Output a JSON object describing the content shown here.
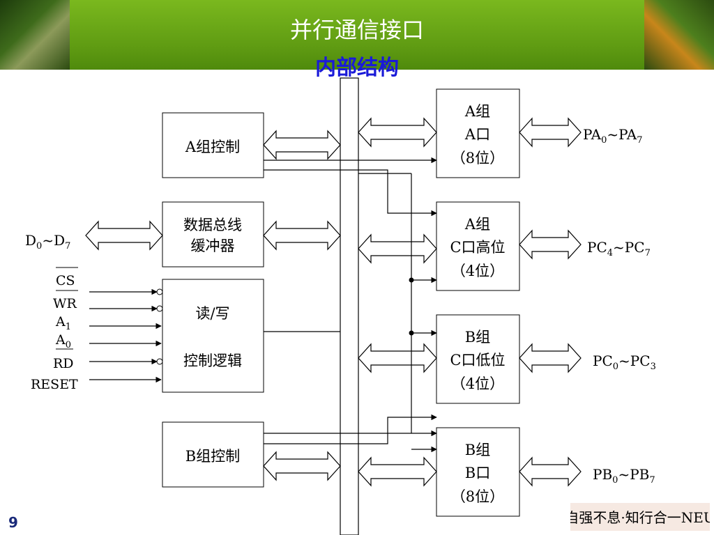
{
  "header": {
    "title": "并行通信接口",
    "subtitle": "内部结构"
  },
  "blocks": {
    "group_a_control": "A组控制",
    "bus_buffer": [
      "数据总线",
      "缓冲器"
    ],
    "rw_control": [
      "读/写",
      "控制逻辑"
    ],
    "group_b_control": "B组控制",
    "port_a": [
      "A组",
      "A口",
      "（8位）"
    ],
    "port_c_high": [
      "A组",
      "C口高位",
      "（4位）"
    ],
    "port_c_low": [
      "B组",
      "C口低位",
      "（4位）"
    ],
    "port_b": [
      "B组",
      "B口",
      "（8位）"
    ]
  },
  "pins": {
    "data_bus": {
      "main": "D",
      "sub1": "0",
      "mid": "~D",
      "sub2": "7"
    },
    "cs": "CS",
    "wr": "WR",
    "a1": {
      "main": "A",
      "sub": "1"
    },
    "a0": {
      "main": "A",
      "sub": "0"
    },
    "rd": "RD",
    "reset": "RESET"
  },
  "outputs": {
    "pa": {
      "a": "PA",
      "s1": "0",
      "b": "~PA",
      "s2": "7"
    },
    "pc_high": {
      "a": "PC",
      "s1": "4",
      "b": "~PC",
      "s2": "7"
    },
    "pc_low": {
      "a": "PC",
      "s1": "0",
      "b": "~PC",
      "s2": "3"
    },
    "pb": {
      "a": "PB",
      "s1": "0",
      "b": "~PB",
      "s2": "7"
    }
  },
  "footer": {
    "page": "9",
    "logo_text": "自强不息·知行合一NEU"
  },
  "colors": {
    "header_green": "#6aa816",
    "title_white": "#ffffff",
    "subtitle_blue": "#1a1ad8",
    "line": "#000000"
  }
}
